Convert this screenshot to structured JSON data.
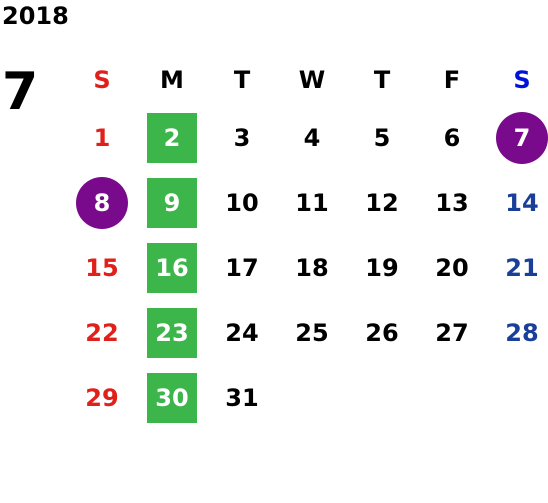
{
  "year": "2018",
  "month": "7",
  "weekdays": [
    "S",
    "M",
    "T",
    "W",
    "T",
    "F",
    "S"
  ],
  "weeks": [
    [
      "1",
      "2",
      "3",
      "4",
      "5",
      "6",
      "7"
    ],
    [
      "8",
      "9",
      "10",
      "11",
      "12",
      "13",
      "14"
    ],
    [
      "15",
      "16",
      "17",
      "18",
      "19",
      "20",
      "21"
    ],
    [
      "22",
      "23",
      "24",
      "25",
      "26",
      "27",
      "28"
    ],
    [
      "29",
      "30",
      "31",
      "",
      "",
      "",
      ""
    ]
  ],
  "colors": {
    "sunday": "#e0201b",
    "saturday_header": "#0012d6",
    "saturday": "#1a3f98",
    "highlight_green": "#3cb54a",
    "highlight_purple": "#7a0a8c"
  }
}
